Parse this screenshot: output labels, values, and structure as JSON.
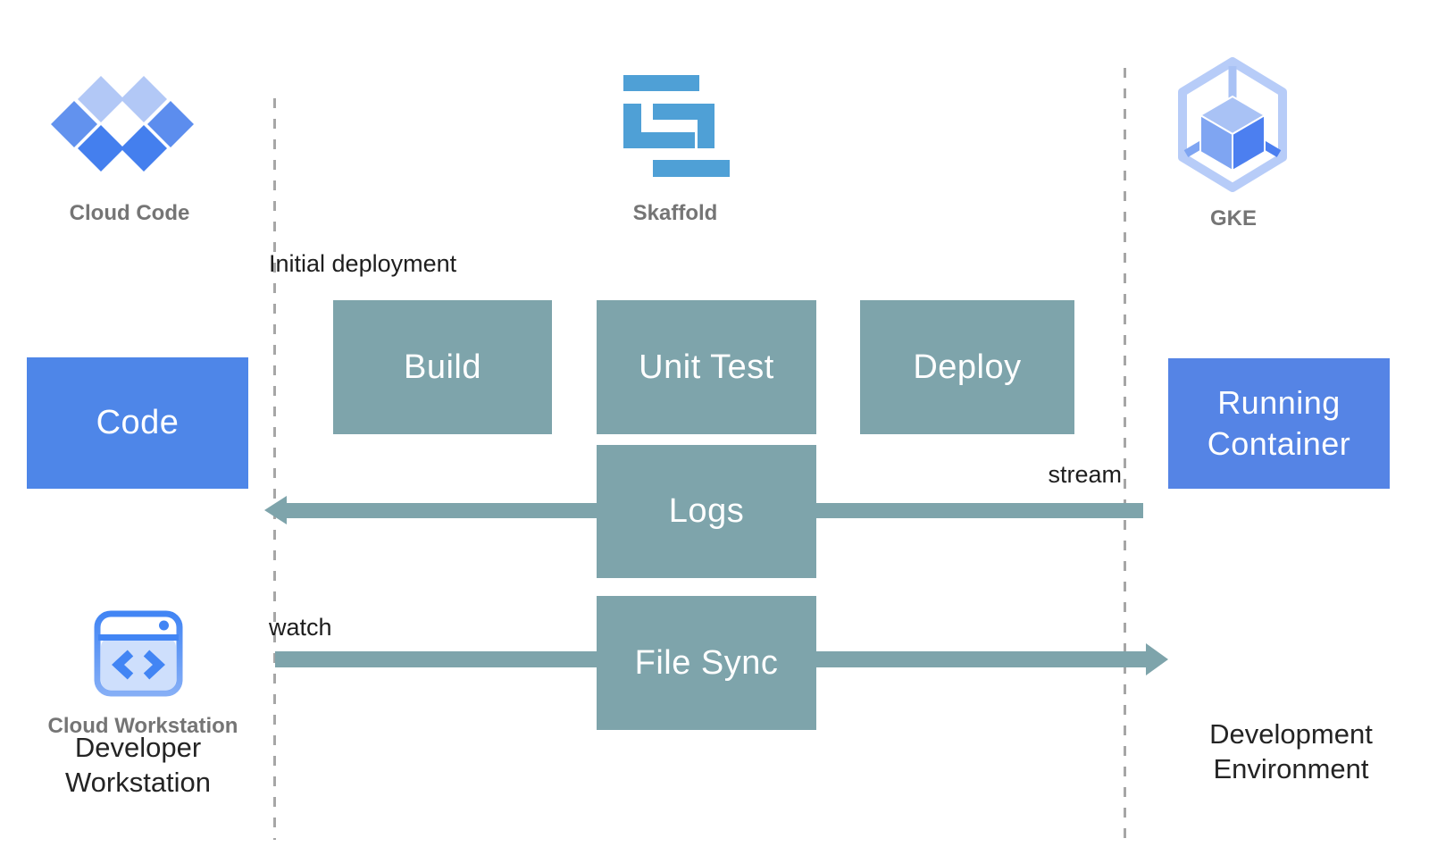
{
  "icons": {
    "cloud_code": {
      "label": "Cloud Code",
      "icon": "cloud-code-icon"
    },
    "skaffold": {
      "label": "Skaffold",
      "icon": "skaffold-icon"
    },
    "gke": {
      "label": "GKE",
      "icon": "gke-icon"
    },
    "cloud_workstation": {
      "label": "Cloud Workstation",
      "icon": "cloud-workstation-icon"
    }
  },
  "nodes": {
    "code": {
      "label": "Code"
    },
    "build": {
      "label": "Build"
    },
    "unit_test": {
      "label": "Unit Test"
    },
    "deploy": {
      "label": "Deploy"
    },
    "logs": {
      "label": "Logs"
    },
    "file_sync": {
      "label": "File Sync"
    },
    "running_container": {
      "label": "Running Container"
    }
  },
  "annotations": {
    "initial_deployment": "Initial deployment",
    "stream": "stream",
    "watch": "watch",
    "developer_workstation": "Developer Workstation",
    "development_environment": "Development Environment"
  },
  "colors": {
    "process_box": "#7EA4AB",
    "code_box": "#4E86E8",
    "container_box": "#5584E5",
    "skaffold_blue": "#4FA0D6",
    "google_blue": "#4285F4",
    "diamond_light": "#B2C8F6",
    "diamond_mid": "#6292EE",
    "diamond_deep": "#447FEE",
    "gke_outline": "#B7CCF8",
    "caption_gray": "#757575",
    "text_dark": "#1E1E1E",
    "divider_gray": "#A6A6A6"
  }
}
